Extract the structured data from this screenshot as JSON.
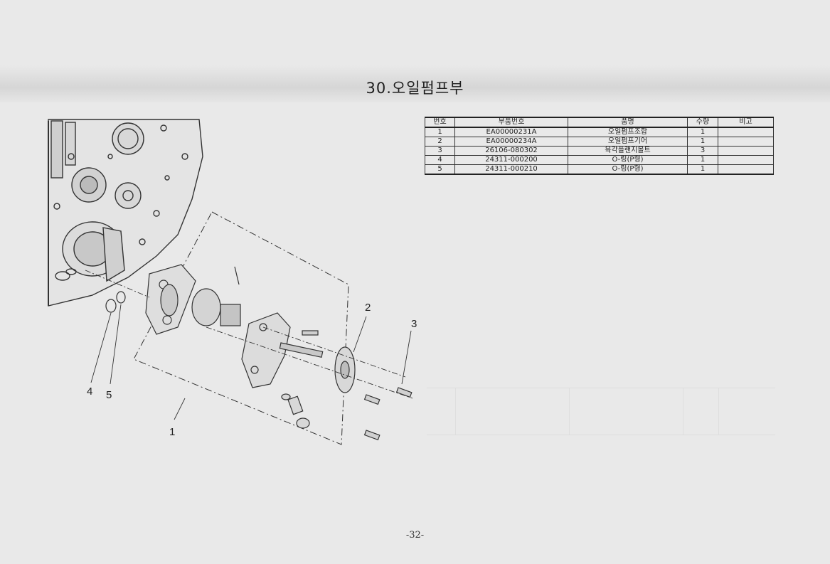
{
  "page": {
    "title": "30.오일펌프부",
    "page_number": "-32-"
  },
  "table": {
    "headers": {
      "no": "번호",
      "part_number": "부품번호",
      "name": "품명",
      "qty": "수량",
      "note": "비고"
    },
    "rows": [
      {
        "no": "1",
        "part_number": "EA00000231A",
        "name": "오일펌프조합",
        "qty": "1",
        "note": ""
      },
      {
        "no": "2",
        "part_number": "EA00000234A",
        "name": "오일펌프기어",
        "qty": "1",
        "note": ""
      },
      {
        "no": "3",
        "part_number": "26106-080302",
        "name": "육각플랜지볼트",
        "qty": "3",
        "note": ""
      },
      {
        "no": "4",
        "part_number": "24311-000200",
        "name": "O-링(P형)",
        "qty": "1",
        "note": ""
      },
      {
        "no": "5",
        "part_number": "24311-000210",
        "name": "O-링(P형)",
        "qty": "1",
        "note": ""
      }
    ]
  },
  "diagram": {
    "callouts": {
      "c1": "1",
      "c2": "2",
      "c3": "3",
      "c4": "4",
      "c5": "5"
    }
  }
}
